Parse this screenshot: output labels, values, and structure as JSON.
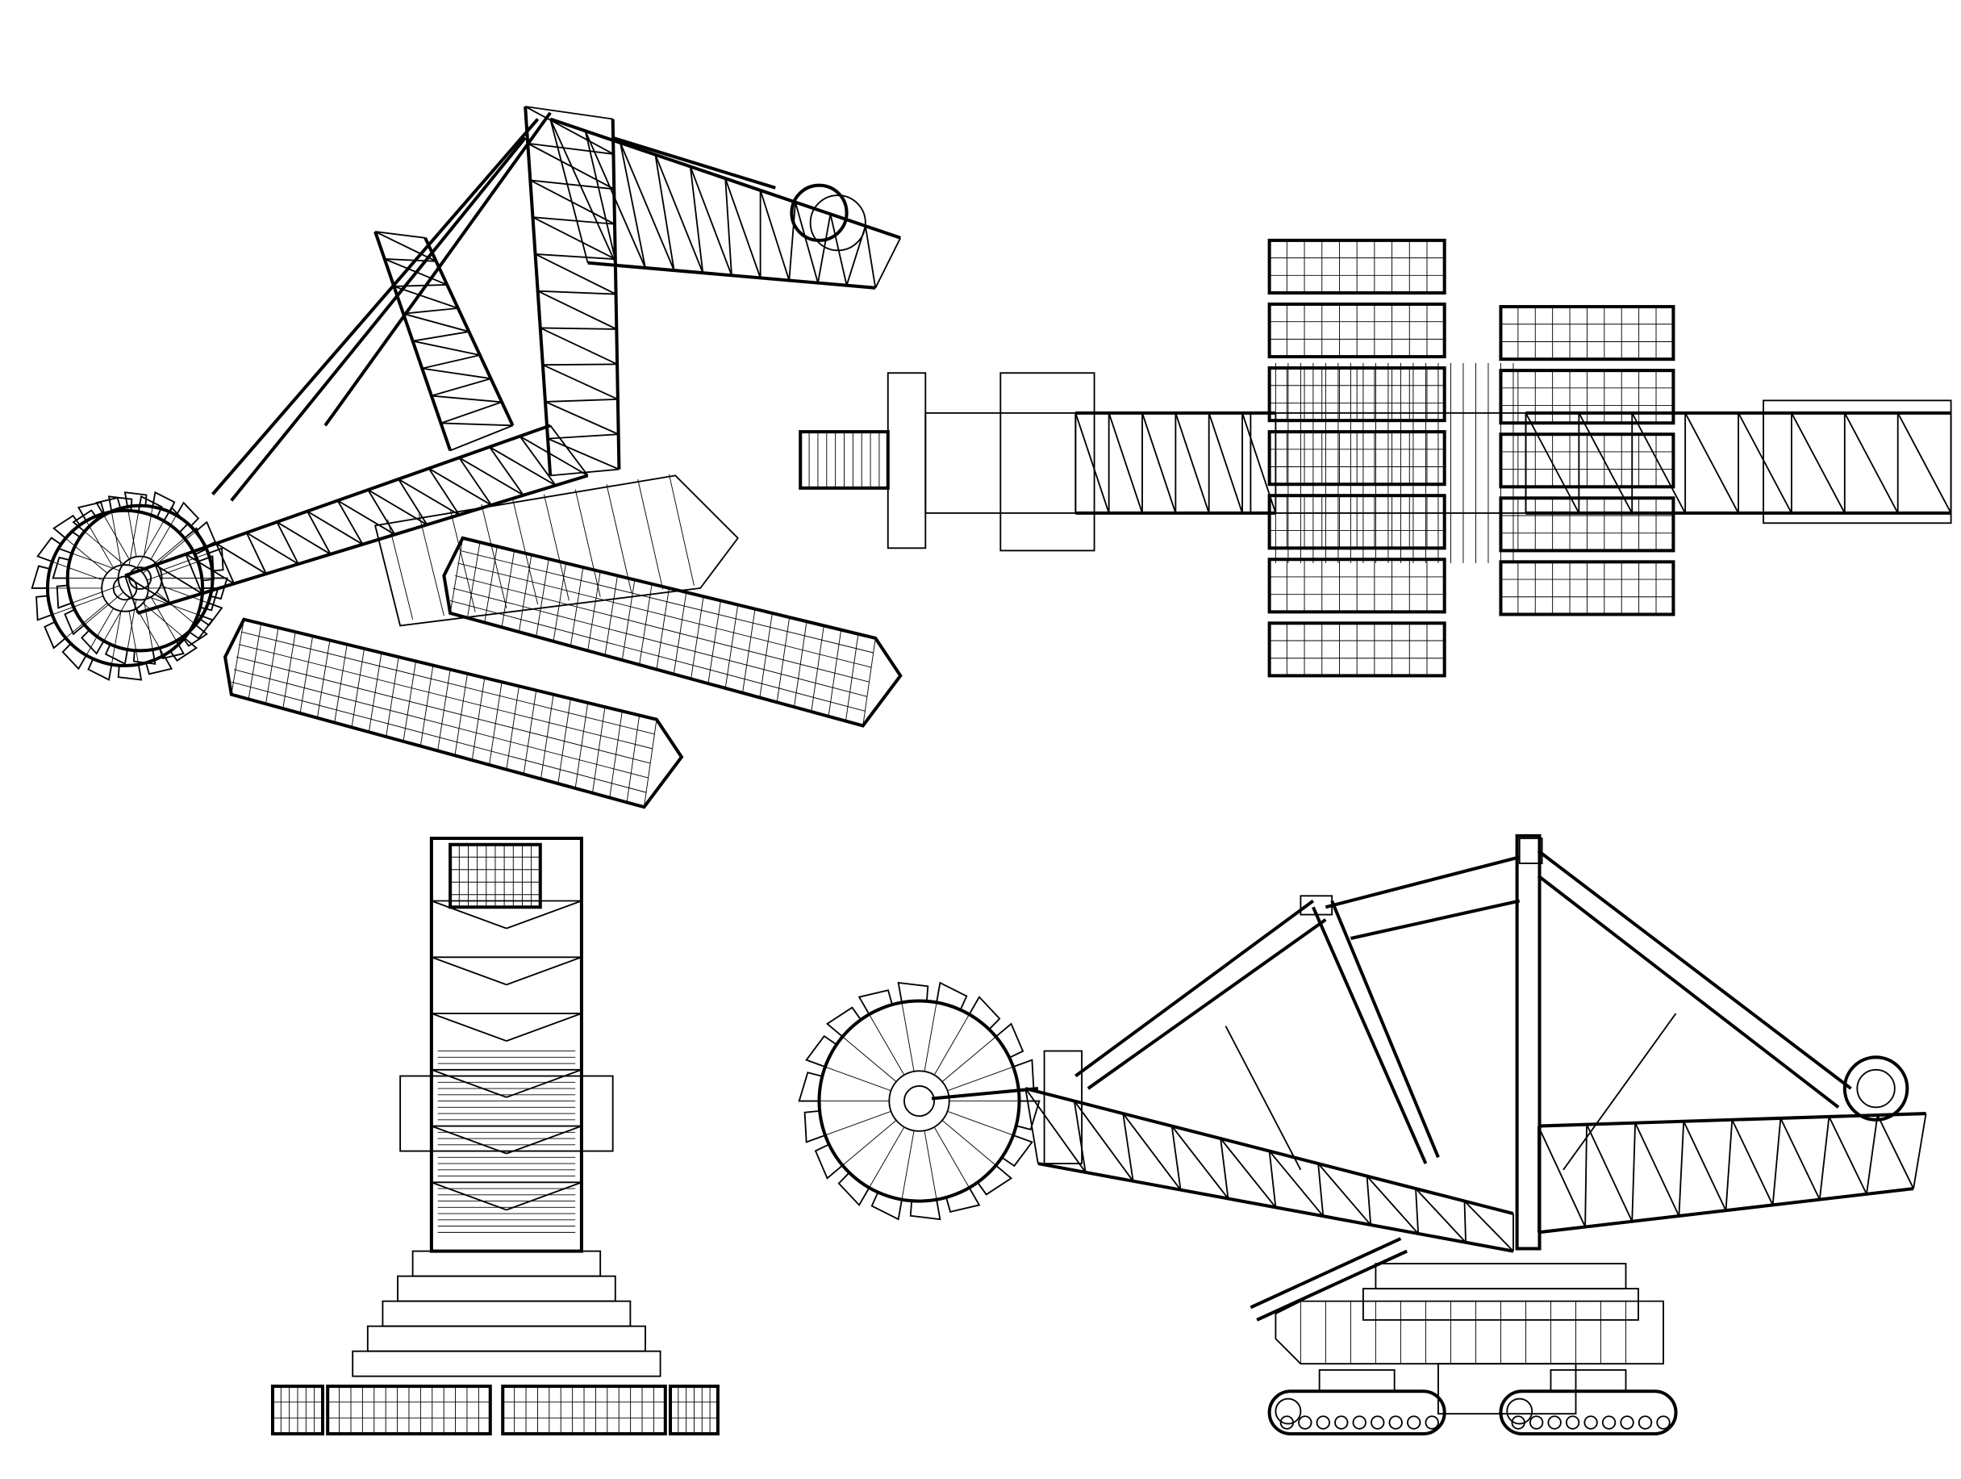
{
  "colors": {
    "background": "#ffffff",
    "line": "#000000"
  },
  "views": [
    {
      "id": "isometric-view"
    },
    {
      "id": "top-view"
    },
    {
      "id": "front-view"
    },
    {
      "id": "side-view"
    }
  ]
}
